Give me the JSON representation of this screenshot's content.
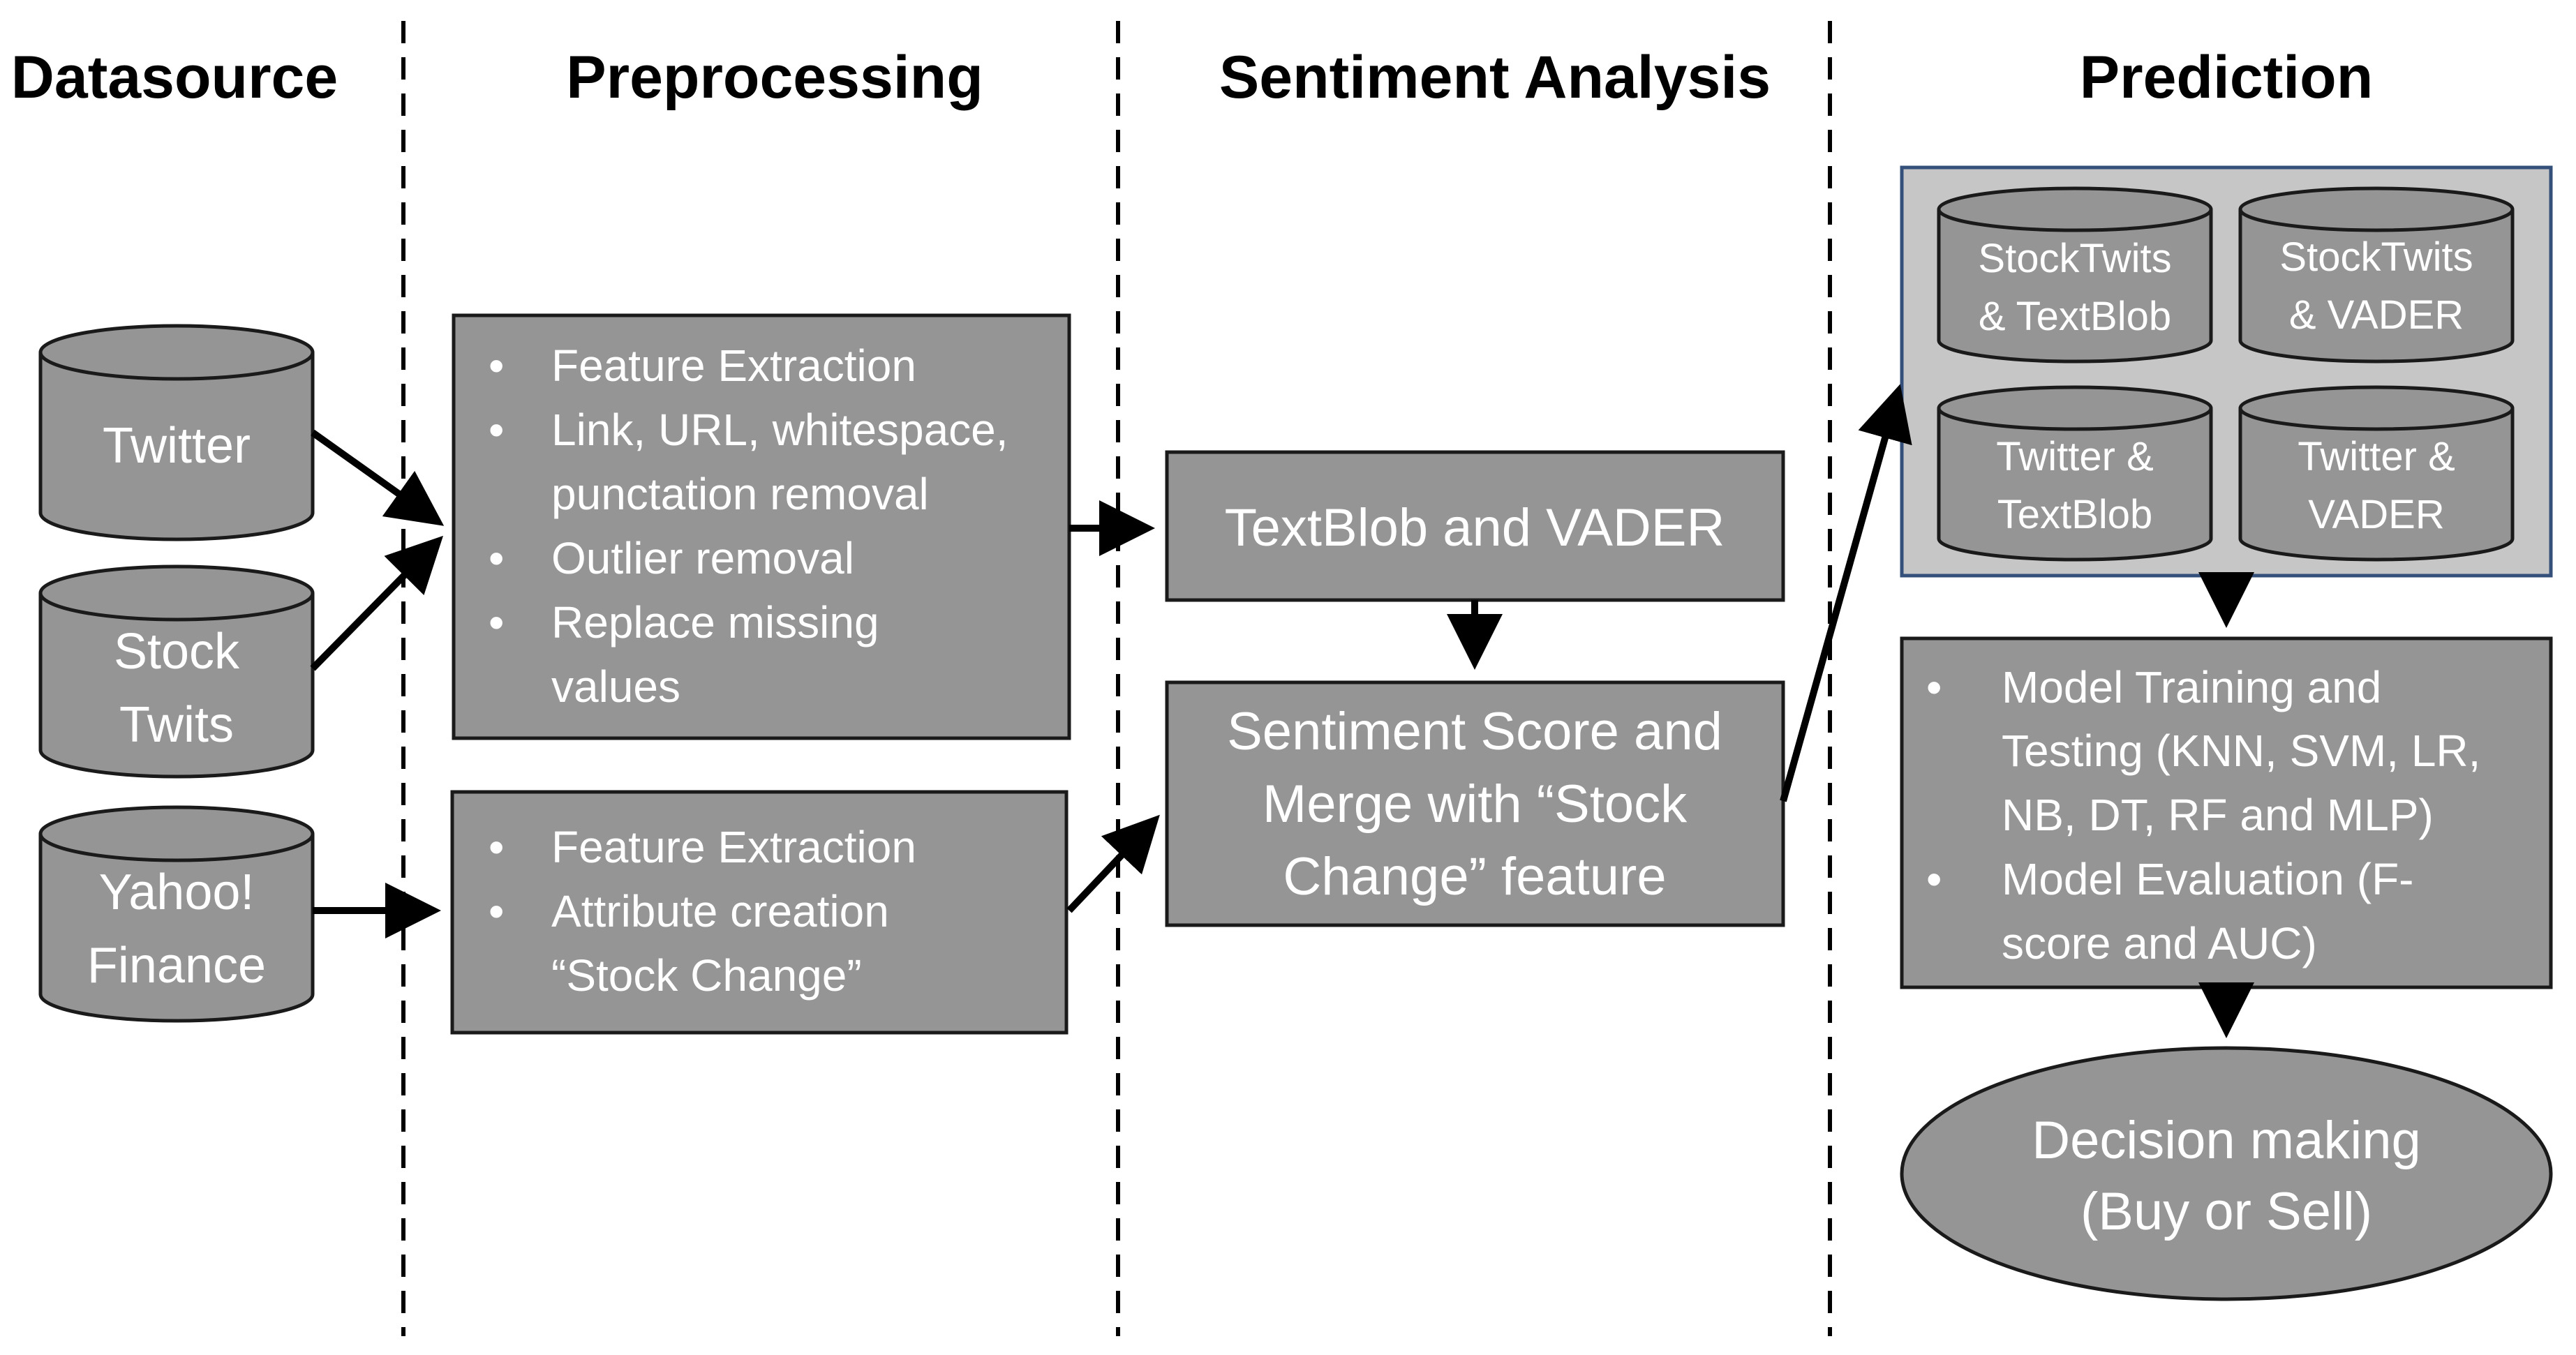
{
  "columns": {
    "datasource": "Datasource",
    "preprocessing": "Preprocessing",
    "sentiment": "Sentiment Analysis",
    "prediction": "Prediction"
  },
  "datasources": {
    "twitter": [
      "Twitter"
    ],
    "stocktwits": [
      "Stock",
      "Twits"
    ],
    "yahoo": [
      "Yahoo!",
      "Finance"
    ]
  },
  "preprocessing": {
    "box1": [
      {
        "bullet": true,
        "text": "Feature Extraction"
      },
      {
        "bullet": true,
        "text": "Link, URL, whitespace,"
      },
      {
        "bullet": false,
        "text": "punctation removal"
      },
      {
        "bullet": true,
        "text": "Outlier removal"
      },
      {
        "bullet": true,
        "text": "Replace missing"
      },
      {
        "bullet": false,
        "text": "values"
      }
    ],
    "box2": [
      {
        "bullet": true,
        "text": "Feature Extraction"
      },
      {
        "bullet": true,
        "text": "Attribute creation"
      },
      {
        "bullet": false,
        "text": "“Stock Change”"
      }
    ]
  },
  "sentiment": {
    "tools": "TextBlob and VADER",
    "score": [
      "Sentiment Score and",
      "Merge with “Stock",
      "Change” feature"
    ]
  },
  "prediction": {
    "datasets": [
      [
        "StockTwits",
        "& TextBlob"
      ],
      [
        "StockTwits",
        "& VADER"
      ],
      [
        "Twitter &",
        "TextBlob"
      ],
      [
        "Twitter &",
        "VADER"
      ]
    ],
    "model": [
      {
        "bullet": true,
        "text": "Model Training and"
      },
      {
        "bullet": false,
        "text": "Testing (KNN, SVM, LR,"
      },
      {
        "bullet": false,
        "text": "NB, DT, RF and MLP)"
      },
      {
        "bullet": true,
        "text": "Model Evaluation (F-"
      },
      {
        "bullet": false,
        "text": "score and AUC)"
      }
    ],
    "decision": [
      "Decision making",
      "(Buy or Sell)"
    ]
  },
  "colors": {
    "fill": "#959595",
    "stroke": "#1a1a1a",
    "panel_fill": "#c6c6c6",
    "panel_border": "#34507a",
    "text_on_fill": "#ffffff"
  }
}
